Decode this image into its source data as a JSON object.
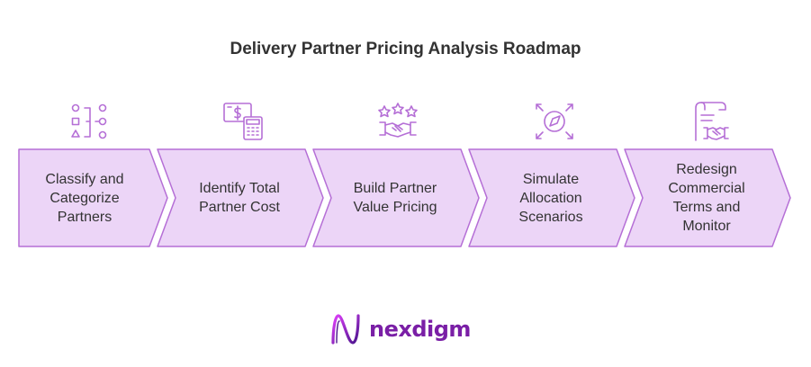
{
  "title": "Delivery Partner Pricing Analysis Roadmap",
  "steps": [
    {
      "label": "Classify and\nCategorize\nPartners",
      "icon": "shapes-list-icon"
    },
    {
      "label": "Identify Total\nPartner Cost",
      "icon": "money-calculator-icon"
    },
    {
      "label": "Build Partner\nValue Pricing",
      "icon": "stars-handshake-icon"
    },
    {
      "label": "Simulate\nAllocation\nScenarios",
      "icon": "compass-arrows-icon"
    },
    {
      "label": "Redesign\nCommercial\nTerms and\nMonitor",
      "icon": "contract-handshake-icon"
    }
  ],
  "logo": {
    "text": "nexdigm"
  },
  "colors": {
    "chevron_fill": "#ecd5f7",
    "chevron_stroke": "#b56fd6",
    "icon_stroke": "#b56fd6",
    "logo": "#7a1fa6",
    "text": "#333333"
  }
}
